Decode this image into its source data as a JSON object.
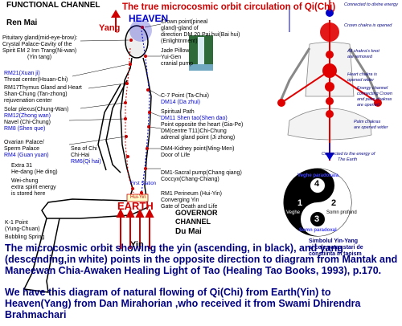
{
  "header": {
    "title": "The true  microcosmic orbit circulation of Qi(Chi)",
    "functional_channel": "FUNCTIONAL CHANNEL",
    "ren_mai": "Ren Mai",
    "heaven": "HEAVEN",
    "yang": "Yang",
    "earth": "EARTH",
    "yin": "Yin",
    "governor_channel": "GOVERNOR CHANNEL",
    "du_mai": "Du Mai",
    "hui_yin_label": "Hui-Yin",
    "first_station": "First Station"
  },
  "left_points": [
    "Pituitary gland(mid-eye-brow):",
    "Crystal Palace-Cavity of the",
    "Spirit   EM 2 Inn Trang(Ni-wan)",
    "(Yin tang)",
    "RM21(Xuan ji)",
    "Throat center(Hsuan-Chi)",
    "RM17Thymus Gland and Heart",
    "Shan-Chung (Tan-zhong)",
    "rejuvenation center",
    "Solar plexus(Chung-Wan)",
    "RM12(Zhong wan)",
    "Navel (Chi-Chung)",
    "RM8 (Shen que)",
    "Sea of Chi",
    "Chi-Hai",
    "RM6(Qi hai)",
    "Ovarian Palace/",
    "Sperm Palace",
    "RM4 (Guan yuan)",
    "Extra 31",
    "He-dang (He ding)",
    "Wei-chung",
    "extra spirit energy",
    "is stored here",
    "K-1 Point",
    "(Yung-Chuan)",
    "Bubbling Spring"
  ],
  "right_points": [
    "Crown point(pineal",
    "gland)-gland of",
    "direction DM 20 Pai hui(Bai hui)",
    "(Enlightnment)",
    "Jade Pillow",
    "Yui-Gen",
    "cranial pump",
    "C-7 Point (Ta-Chui)",
    "DM14 (Da zhui)",
    "Spiritual Path",
    "DM11 Shen tao(Shen dao)",
    "Point opposite the heart (Gia-Pe)",
    "DM(centre T11)Chi-Chung",
    "adrenal gland point (Ji zhong)",
    "DM4-Kidney point(Ming-Men)",
    "Door of Life",
    "DM1-Sacral pump(Chang qiang)",
    "Coccyx(Chang-Chiang)",
    "RM1 Perineum (Hui-Yin)",
    "Converging Yin",
    "Gate of Death and Life"
  ],
  "chakra_notes": [
    "Connected to divine energy",
    "Crown chakra is opened",
    "All chakra's knot",
    "are removed",
    "Heart chakra is",
    "opened wider",
    "Energy channel",
    "connecting Crown",
    "and palm chakras",
    "are opened",
    "Palm chakras",
    "are opened wider",
    "Connected to the energy of",
    "The Earth"
  ],
  "yin_yang": {
    "n1": "1",
    "n2": "2",
    "n3": "3",
    "n4": "4",
    "veghe_paradoxala": "Veghe paradoxala",
    "veghe": "Veghe",
    "somn_profund": "Somn profund",
    "somn_paradoxal": "Somn paradoxal",
    "caption_line1": "Simbolul Yin-Yang",
    "caption_line2": "si cele patru stari de",
    "caption_line3": "constiinta in taoism"
  },
  "caption": {
    "p1": "The microcosmic orbit showing the yin (ascending, in black), and yang (descending,in white) points in the opposite direction to diagram from Mantak and Maneewan Chia-Awaken Healing Light of Tao (Healing Tao Books, 1993), p.170.",
    "p2": "We have this diagram  of natural flowing of Qi(Chi) from Earth(Yin) to Heaven(Yang) from  Dan Mirahorian ,who received it from Swami Dhirendra Brahmachari"
  },
  "colors": {
    "title": "#d00000",
    "heaven": "#0000cc",
    "earth": "#d00000",
    "caption": "#000080",
    "chakra": "#e00000"
  }
}
